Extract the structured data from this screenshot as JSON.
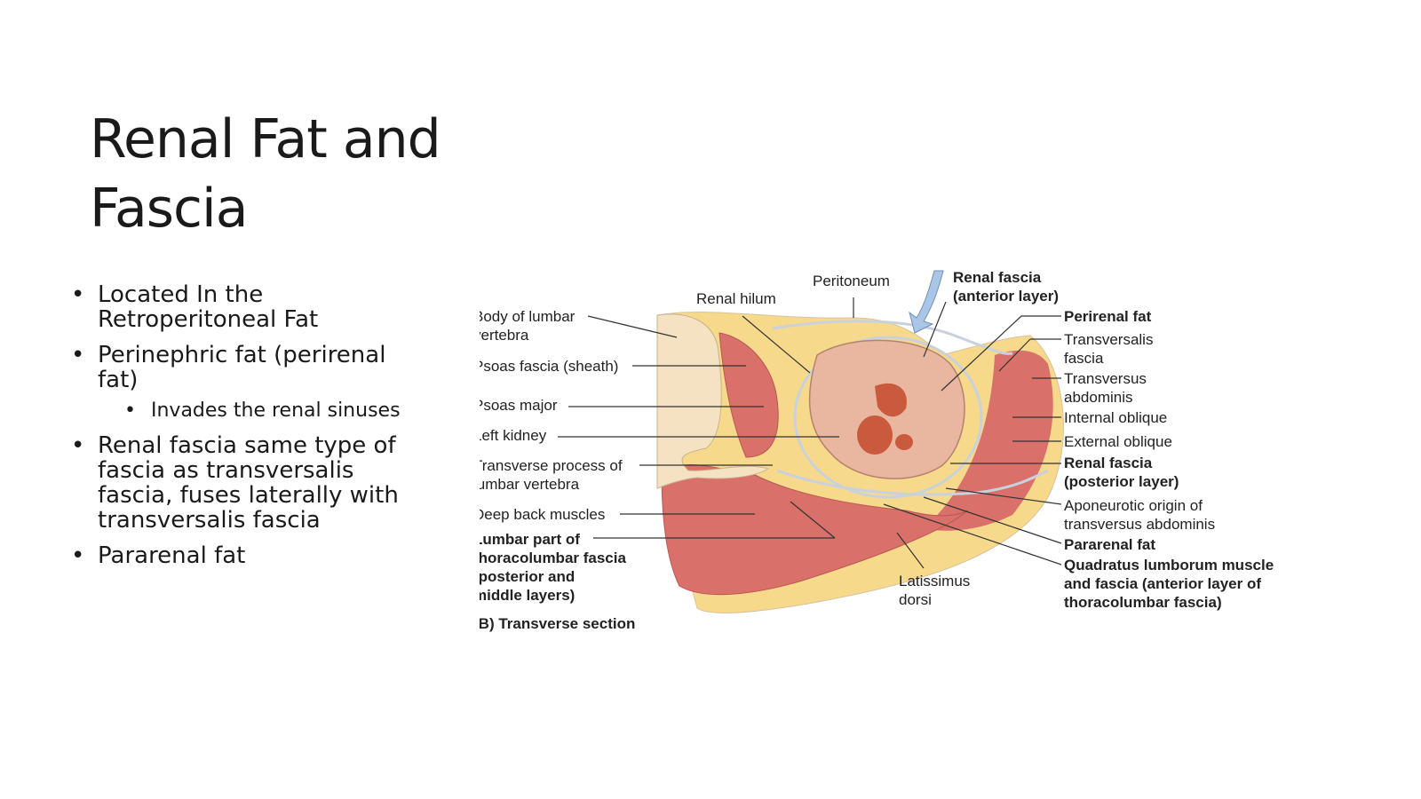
{
  "slide": {
    "title_line1": "Renal Fat and",
    "title_line2": "Fascia",
    "bullets": [
      {
        "line1": "Located In the",
        "line2": "Retroperitoneal Fat"
      },
      {
        "line1": "Perinephric fat (perirenal",
        "line2": "fat)"
      },
      {
        "sub": "Invades the renal sinuses"
      },
      {
        "line1": "Renal fascia same type of",
        "line2": "fascia as transversalis",
        "line3": "fascia, fuses laterally with",
        "line4": "transversalis fascia"
      },
      {
        "line1": "Pararenal fat"
      }
    ]
  },
  "diagram": {
    "caption": "(B) Transverse section",
    "left_labels": {
      "body_vertebra_1": "Body of lumbar",
      "body_vertebra_2": "vertebra",
      "psoas_fascia": "Psoas fascia (sheath)",
      "psoas_major": "Psoas major",
      "left_kidney": "Left kidney",
      "transverse_process_1": "Transverse process of",
      "transverse_process_2": "lumbar vertebra",
      "deep_back": "Deep back muscles",
      "lumbar_part_1": "Lumbar part of",
      "lumbar_part_2": "thoracolumbar fascia",
      "lumbar_part_3": "(posterior and",
      "lumbar_part_4": "middle layers)"
    },
    "top_labels": {
      "renal_hilum": "Renal hilum",
      "peritoneum": "Peritoneum",
      "renal_fascia_ant_1": "Renal fascia",
      "renal_fascia_ant_2": "(anterior layer)"
    },
    "right_labels": {
      "perirenal_fat": "Perirenal fat",
      "transversalis_1": "Transversalis",
      "transversalis_2": "fascia",
      "transversus_1": "Transversus",
      "transversus_2": "abdominis",
      "internal_oblique": "Internal oblique",
      "external_oblique": "External oblique",
      "renal_fascia_post_1": "Renal fascia",
      "renal_fascia_post_2": "(posterior layer)",
      "aponeurotic_1": "Aponeurotic origin of",
      "aponeurotic_2": "transversus abdominis",
      "pararenal_fat": "Pararenal fat",
      "quadratus_1": "Quadratus lumborum muscle",
      "quadratus_2": "and fascia (anterior layer of",
      "quadratus_3": "thoracolumbar fascia)"
    },
    "bottom_labels": {
      "latissimus_1": "Latissimus",
      "latissimus_2": "dorsi"
    },
    "colors": {
      "fat": "#f6d98a",
      "bone": "#f4e2c2",
      "muscle": "#d9706a",
      "kidney": "#e9b7a0",
      "medulla": "#c95a3e",
      "fascia": "#c9d2dc",
      "arrow": "#a9c6e6"
    }
  }
}
